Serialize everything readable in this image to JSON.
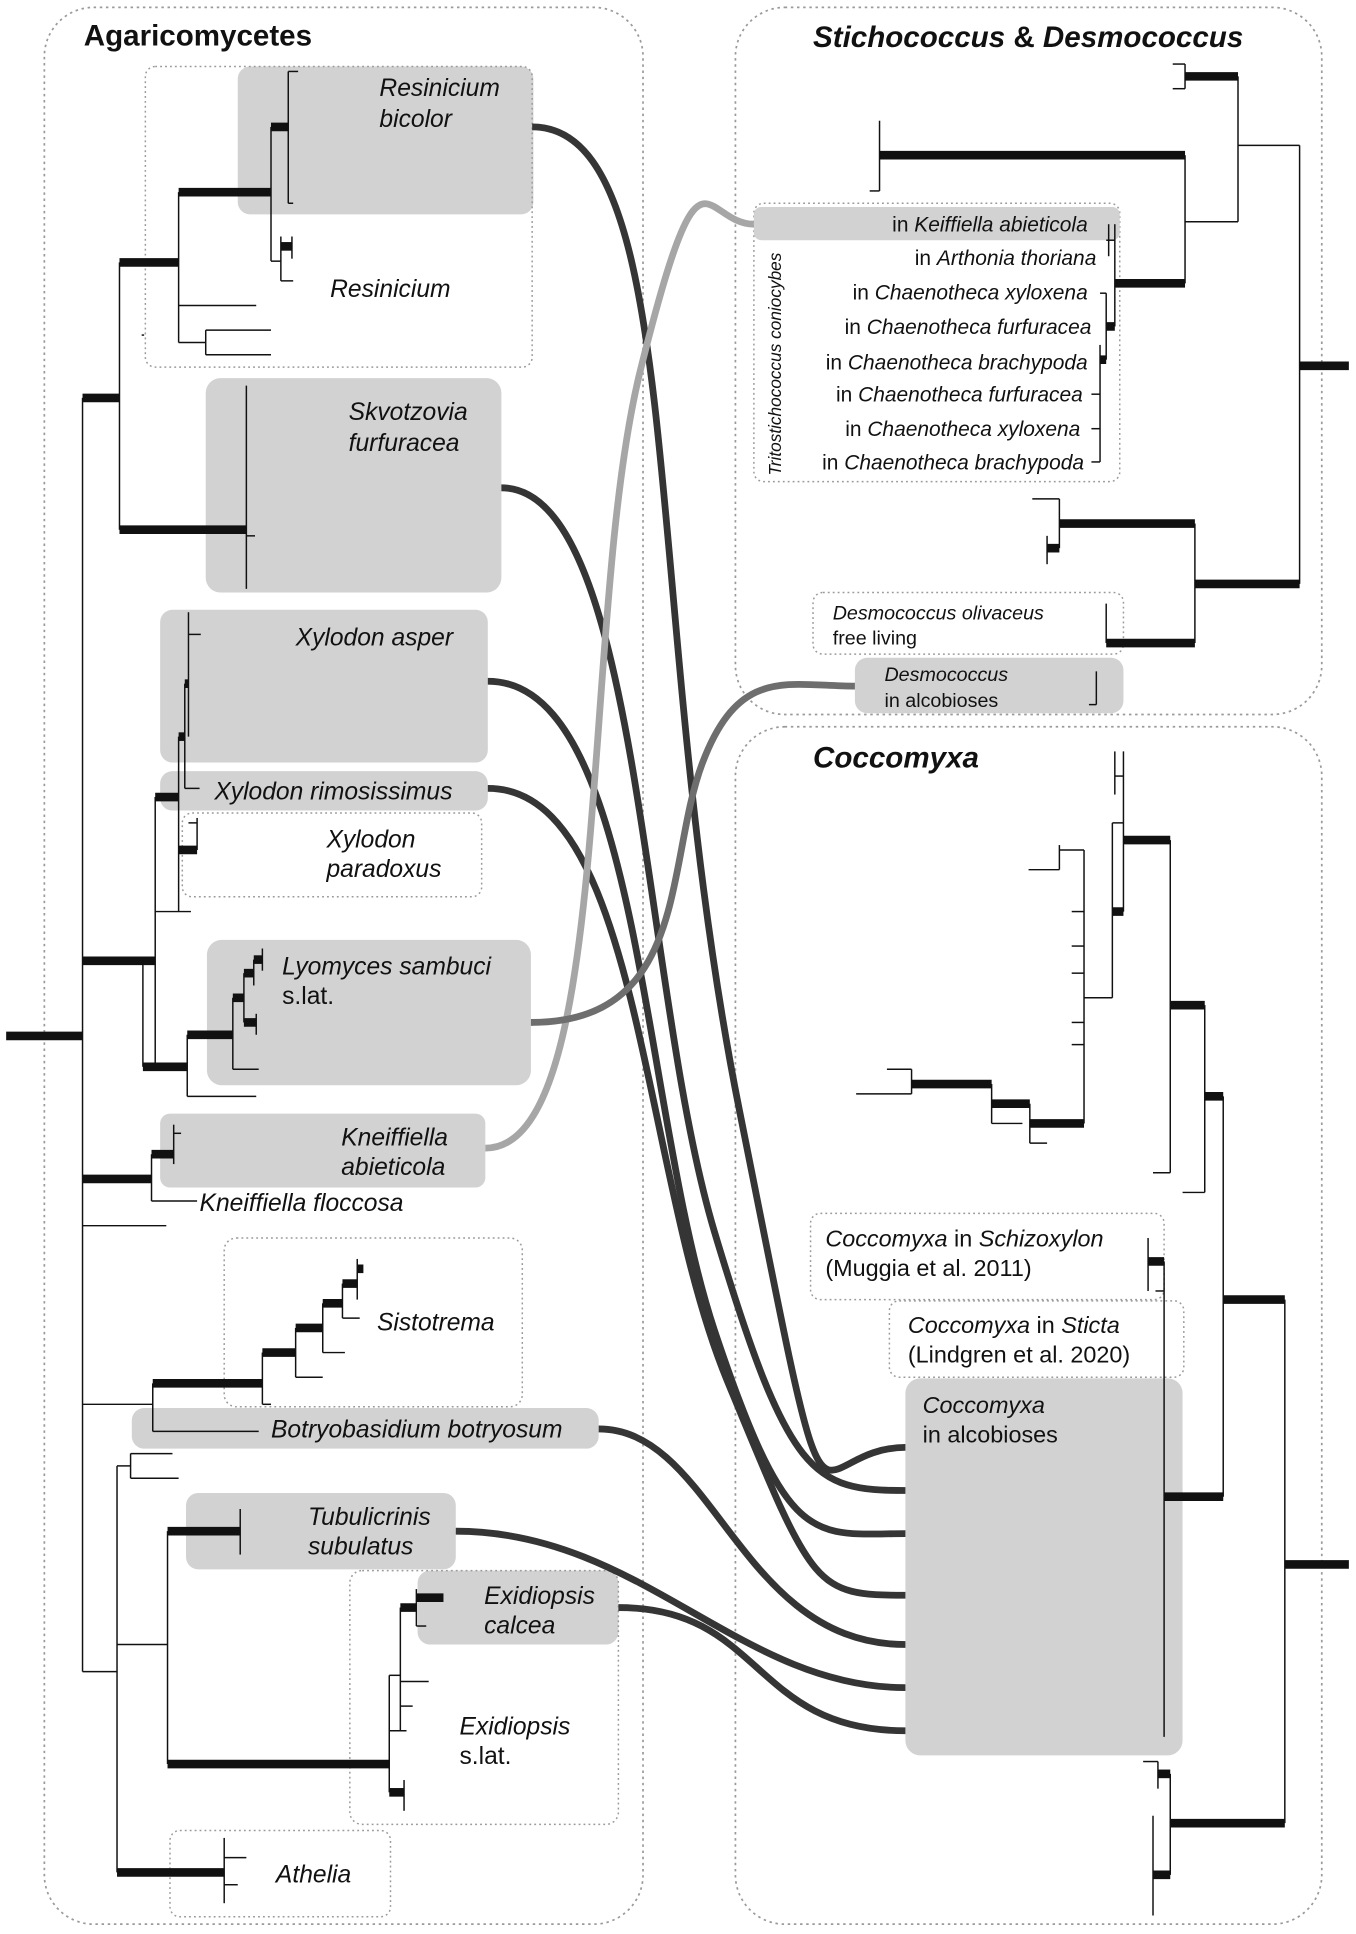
{
  "panels": {
    "agaricomycetes": "Agaricomycetes",
    "stichococcus_amp": "&",
    "stichococcus_a": "Stichococcus",
    "stichococcus_b": "Desmococcus",
    "coccomyxa": "Coccomyxa"
  },
  "fungi": {
    "resinicium_bicolor_1": "Resinicium",
    "resinicium_bicolor_2": "bicolor",
    "resinicium": "Resinicium",
    "skvotzovia_1": "Skvotzovia",
    "skvotzovia_2": "furfuracea",
    "xylodon_asper": "Xylodon asper",
    "xylodon_rimosissimus": "Xylodon rimosissimus",
    "xylodon_paradoxus_1": "Xylodon",
    "xylodon_paradoxus_2": "paradoxus",
    "lyomyces_1": "Lyomyces sambuci",
    "lyomyces_2": "s.lat.",
    "kneiffiella_abieticola_1": "Kneiffiella",
    "kneiffiella_abieticola_2": "abieticola",
    "kneiffiella_floccosa": "Kneiffiella floccosa",
    "sistotrema": "Sistotrema",
    "botryobasidium": "Botryobasidium botryosum",
    "tubulicrinis_1": "Tubulicrinis",
    "tubulicrinis_2": "subulatus",
    "exidiopsis_calcea_1": "Exidiopsis",
    "exidiopsis_calcea_2": "calcea",
    "exidiopsis_slat_1": "Exidiopsis",
    "exidiopsis_slat_2": "s.lat.",
    "athelia": "Athelia"
  },
  "stichococcus": {
    "clade_label": "Tritostichococcus coniocybes",
    "in": "in",
    "taxa": [
      "Keiffiella abieticola",
      "Arthonia thoriana",
      "Chaenotheca xyloxena",
      "Chaenotheca furfuracea",
      "Chaenotheca brachypoda",
      "Chaenotheca furfuracea",
      "Chaenotheca xyloxena",
      "Chaenotheca brachypoda"
    ],
    "desmo_free_1": "Desmococcus olivaceus",
    "desmo_free_2": "free living",
    "desmo_alco_1": "Desmococcus",
    "desmo_alco_2": "in alcobioses"
  },
  "coccomyxa": {
    "schizoxylon_a": "Coccomyxa",
    "schizoxylon_b": " in ",
    "schizoxylon_c": "Schizoxylon",
    "schizoxylon_ref": "(Muggia et al. 2011)",
    "sticta_a": "Coccomyxa",
    "sticta_b": " in ",
    "sticta_c": "Sticta",
    "sticta_ref": "(Lindgren et al. 2020)",
    "alco_1": "Coccomyxa",
    "alco_2": "in alcobioses"
  },
  "colors": {
    "highlight_box": "#d2d2d2",
    "link_dark": "#353535",
    "link_light": "#a6a6a6",
    "link_mid": "#6e6e6e"
  }
}
